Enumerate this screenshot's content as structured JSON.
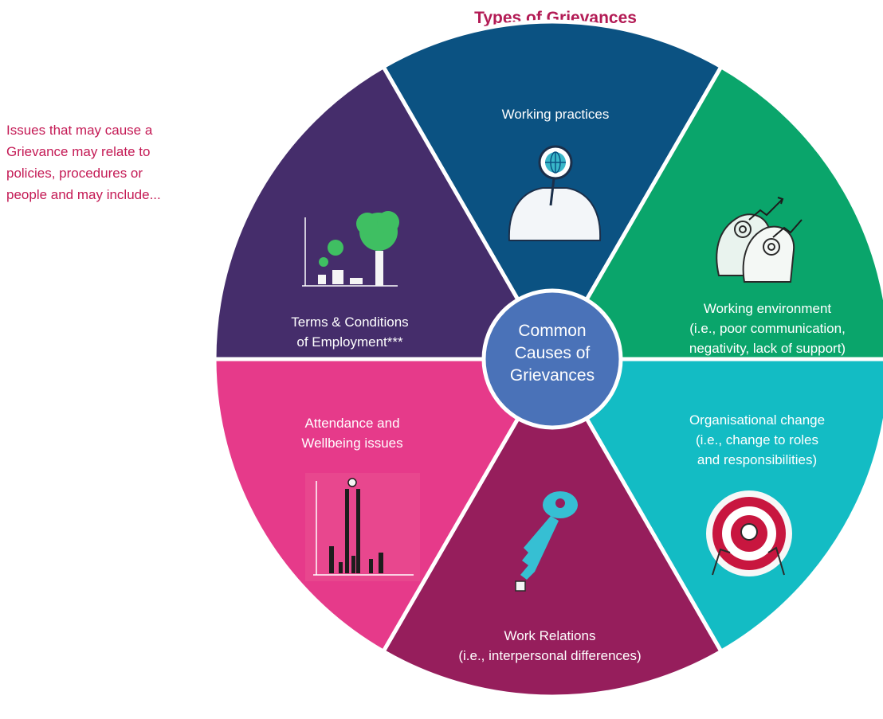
{
  "title": "Types of Grievances",
  "intro_lines": [
    "Issues that may cause a",
    "Grievance may relate to",
    "policies, procedures or",
    "people and may include..."
  ],
  "center": {
    "lines": [
      "Common",
      "Causes of",
      "Grievances"
    ]
  },
  "segments": [
    {
      "id": "working-practices",
      "lines": [
        "Working practices"
      ],
      "color": "#0b5282",
      "icon": "magnifier-globe-icon"
    },
    {
      "id": "working-environment",
      "lines": [
        "Working environment",
        "(i.e., poor communication,",
        "negativity, lack of support)"
      ],
      "color": "#0aa56b",
      "icon": "spiral-heads-icon"
    },
    {
      "id": "organisational-change",
      "lines": [
        "Organisational change",
        "(i.e., change to roles",
        "and responsibilities)"
      ],
      "color": "#13bcc4",
      "icon": "target-icon"
    },
    {
      "id": "work-relations",
      "lines": [
        "Work Relations",
        "(i.e., interpersonal differences)"
      ],
      "color": "#961e5c",
      "icon": "key-icon"
    },
    {
      "id": "attendance-wellbeing",
      "lines": [
        "Attendance and",
        "Wellbeing issues"
      ],
      "color": "#e63a8a",
      "icon": "bar-chart-icon"
    },
    {
      "id": "terms-conditions",
      "lines": [
        "Terms & Conditions",
        "of Employment***"
      ],
      "color": "#452d6b",
      "icon": "growth-tree-icon"
    }
  ],
  "colors": {
    "title": "#b31b55",
    "intro": "#c41a55",
    "center_fill": "#4a72b8",
    "border": "#ffffff"
  }
}
